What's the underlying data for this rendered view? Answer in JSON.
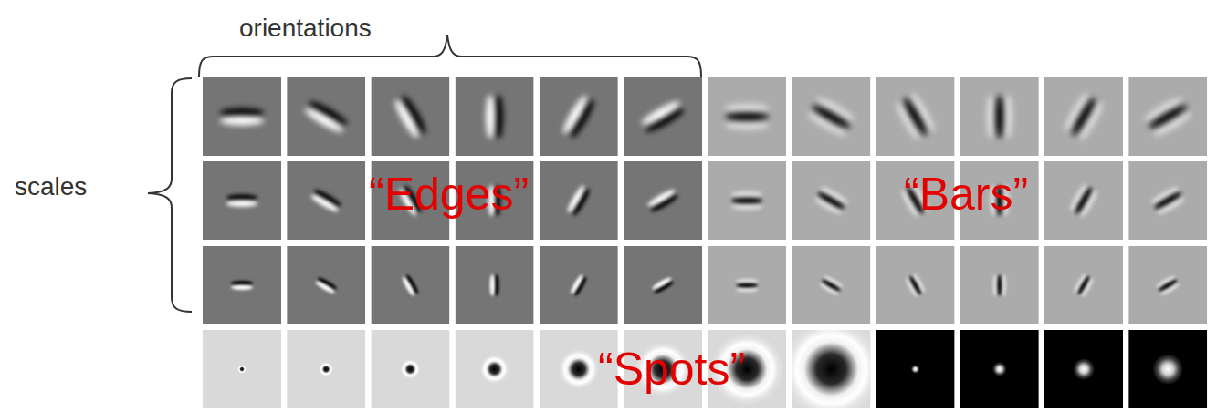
{
  "diagram": {
    "labels": [
      "orientations",
      "scales",
      "“Edges”",
      "“Bars”",
      "“Spots”"
    ]
  }
}
